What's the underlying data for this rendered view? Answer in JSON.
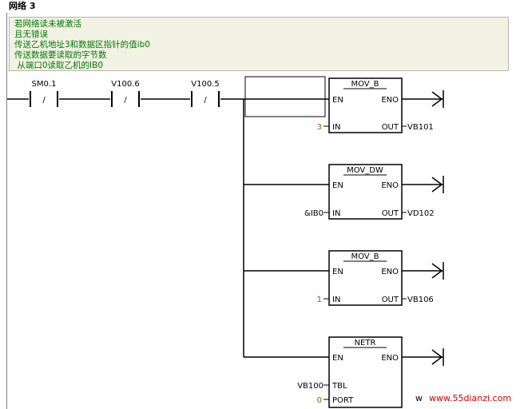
{
  "network": {
    "title": "网络 3"
  },
  "comment": {
    "lines": [
      "若网络读未被激活",
      "且无错误",
      "传送乙机地址3和数据区指针的值ib0",
      "传送数据要读取的字节数",
      " 从端口0读取乙机的IB0"
    ]
  },
  "contacts": [
    {
      "addr": "SM0.1",
      "type": "normally-closed",
      "symbol": "/"
    },
    {
      "addr": "V100.6",
      "type": "normally-closed",
      "symbol": "/"
    },
    {
      "addr": "V100.5",
      "type": "normally-closed",
      "symbol": "/"
    }
  ],
  "boxes": [
    {
      "name": "MOV_B",
      "en": "EN",
      "eno": "ENO",
      "inputs": [
        {
          "value": "3",
          "pin": "IN"
        }
      ],
      "outputs": [
        {
          "pin": "OUT",
          "value": "VB101"
        }
      ]
    },
    {
      "name": "MOV_DW",
      "en": "EN",
      "eno": "ENO",
      "inputs": [
        {
          "value": "&IB0",
          "pin": "IN"
        }
      ],
      "outputs": [
        {
          "pin": "OUT",
          "value": "VD102"
        }
      ]
    },
    {
      "name": "MOV_B",
      "en": "EN",
      "eno": "ENO",
      "inputs": [
        {
          "value": "1",
          "pin": "IN"
        }
      ],
      "outputs": [
        {
          "pin": "OUT",
          "value": "VB106"
        }
      ]
    },
    {
      "name": "NETR",
      "en": "EN",
      "eno": "ENO",
      "inputs": [
        {
          "value": "VB100",
          "pin": "TBL"
        },
        {
          "value": "0",
          "pin": "PORT"
        }
      ],
      "outputs": []
    }
  ],
  "watermark": {
    "prefix": "w",
    "site": "www.55dianzi.com"
  },
  "colors": {
    "comment_bg": "#f1f1e4",
    "comment_text": "#007a00",
    "wire": "#000000",
    "constant": "#8b5a00",
    "watermark": "#d00000"
  }
}
